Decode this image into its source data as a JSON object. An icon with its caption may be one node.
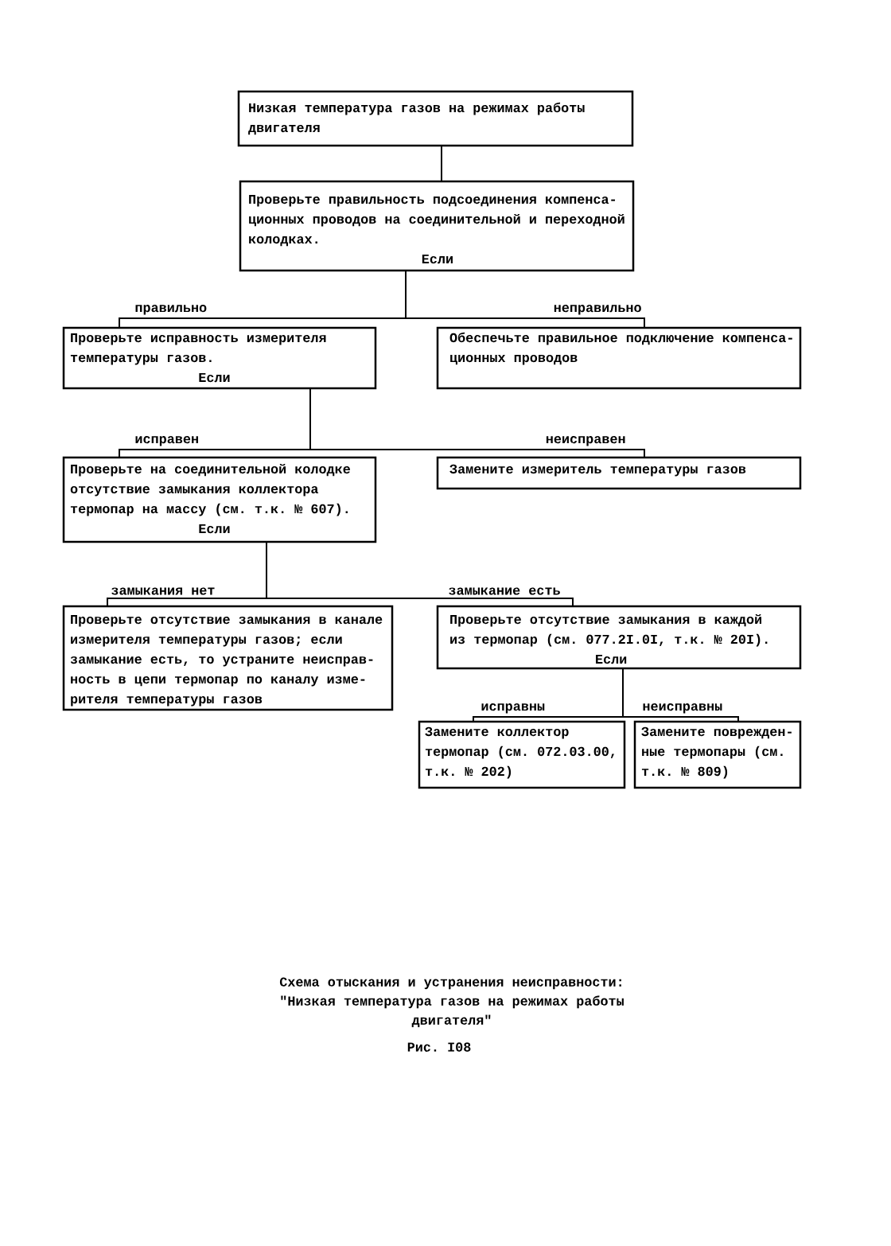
{
  "diagram": {
    "caption": "Схема отыскания и устранения неисправности: \"Низкая температура газов на режимах работы двигателя\"",
    "nodes": [
      {
        "text": [
          "Низкая температура газов на режимах работы двигателя"
        ]
      },
      {
        "text": [
          "Проверьте правильность подсоединения компенса-ционных проводов на соединительной и переходной колодках.",
          "Если"
        ]
      },
      {
        "text": [
          "Проверьте исправность измерителя температуры газов.",
          "Если"
        ]
      },
      {
        "text": [
          "Обеспечьте правильное подключение компенса-ционных проводов"
        ]
      },
      {
        "text": [
          "Проверьте на соединительной колодке отсутствие замыкания коллектора термопар на массу (см. т.к. № 607).",
          "Если"
        ]
      },
      {
        "text": [
          "Замените измеритель температуры газов"
        ]
      },
      {
        "text": [
          "Проверьте отсутствие замыкания в канале измерителя температуры газов; если замыкание есть, то устраните неисправ-ность в цепи термопар по каналу изме-рителя температуры газов"
        ]
      },
      {
        "text": [
          "Проверьте отсутствие замыкания в каждой из термопар (см. 077.2I.0I, т.к. № 20I).",
          "Если"
        ]
      },
      {
        "text": [
          "Замените коллектор термопар (см. 072.03.00, т.к. № 202)"
        ]
      },
      {
        "text": [
          "Замените поврежден-ные термопары (см. т.к. № 809)"
        ]
      }
    ],
    "edges": [
      {
        "from": 0,
        "to": 1,
        "arrow": "none"
      },
      {
        "from": 1,
        "to": 2,
        "arrow": "none",
        "label": "правильно"
      },
      {
        "from": 1,
        "to": 3,
        "arrow": "none",
        "label": "неправильно"
      },
      {
        "from": 2,
        "to": 4,
        "arrow": "none",
        "label": "исправен"
      },
      {
        "from": 2,
        "to": 5,
        "arrow": "none",
        "label": "неисправен"
      },
      {
        "from": 4,
        "to": 6,
        "arrow": "none",
        "label": "замыкания нет"
      },
      {
        "from": 4,
        "to": 7,
        "arrow": "none",
        "label": "замыкание есть"
      },
      {
        "from": 7,
        "to": 8,
        "arrow": "none",
        "label": "исправны"
      },
      {
        "from": 7,
        "to": 9,
        "arrow": "none",
        "label": "неисправны"
      }
    ],
    "labels": [
      "Рис. I08"
    ]
  }
}
